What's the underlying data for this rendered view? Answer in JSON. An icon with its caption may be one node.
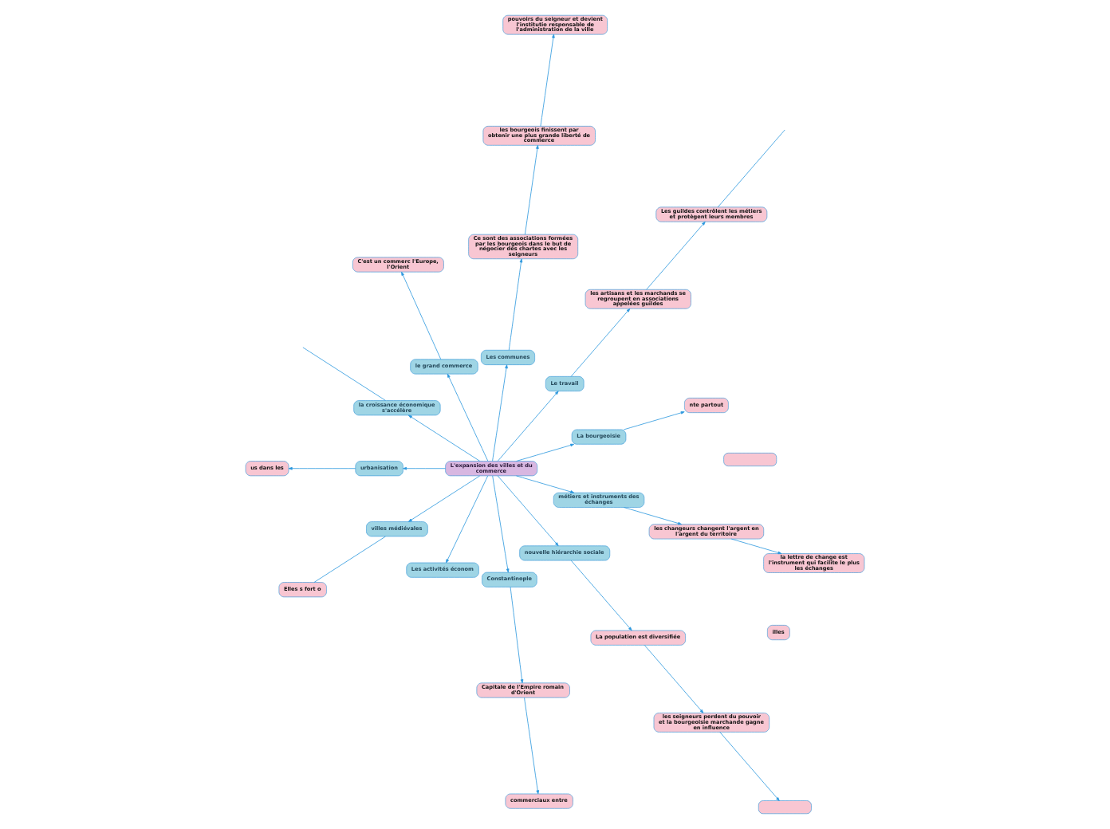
{
  "diagram": {
    "nodes": [
      {
        "text": [
          "L'expansion des villes et du commerce"
        ]
      },
      {
        "text": [
          "La bourgeoisie"
        ]
      },
      {
        "text": [
          "nte partout"
        ]
      },
      {
        "text": [
          "Le travail"
        ]
      },
      {
        "text": [
          "les artisans et les marchands se regroupent en associations appelées guildes"
        ]
      },
      {
        "text": [
          "Les guildes contrôlent les métiers et protègent leurs membres"
        ]
      },
      {
        "text": [
          "Les communes"
        ]
      },
      {
        "text": [
          "Ce sont des associations formées par les bourgeois dans le but de négocier des chartes avec les seigneurs"
        ]
      },
      {
        "text": [
          "les bourgeois finissent par obtenir une plus grande liberté de commerce"
        ]
      },
      {
        "text": [
          "pouvoirs du seigneur et devient l'institutio responsable de l'administration de la ville"
        ]
      },
      {
        "text": [
          "le grand commerce"
        ]
      },
      {
        "text": [
          "C'est un commerc l'Europe, l'Orient"
        ]
      },
      {
        "text": [
          "la croissance économique s'accélère"
        ]
      },
      {
        "text": [
          "illes"
        ]
      },
      {
        "text": [
          "urbanisation"
        ]
      },
      {
        "text": [
          "us dans les"
        ]
      },
      {
        "text": [
          "villes médiévales"
        ]
      },
      {
        "text": [
          "Elles s fort o"
        ]
      },
      {
        "text": [
          "Les activités économ"
        ]
      },
      {
        "text": [
          "Constantinople"
        ]
      },
      {
        "text": [
          "Capitale de l'Empire romain d'Orient"
        ]
      },
      {
        "text": [
          "commerciaux entre"
        ]
      },
      {
        "text": [],
        "shape": "box"
      },
      {
        "text": [
          "nouvelle hiérarchie sociale"
        ]
      },
      {
        "text": [
          "La population est diversifiée"
        ]
      },
      {
        "text": [
          "les seigneurs perdent du pouvoir et la bourgeoisie marchande gagne en influence"
        ]
      },
      {
        "text": [],
        "shape": "box"
      },
      {
        "text": [
          "métiers et instruments des échanges"
        ]
      },
      {
        "text": [
          "les changeurs changent l'argent en l'argent du territoire"
        ]
      },
      {
        "text": [
          "la lettre de change est l'instrument qui facilite le plus les échanges"
        ]
      }
    ],
    "edges": [
      {
        "from": 0,
        "to": 1,
        "arrow": "to"
      },
      {
        "from": 0,
        "to": 3,
        "arrow": "to"
      },
      {
        "from": 0,
        "to": 6,
        "arrow": "to"
      },
      {
        "from": 0,
        "to": 10,
        "arrow": "to"
      },
      {
        "from": 0,
        "to": 12,
        "arrow": "to"
      },
      {
        "from": 0,
        "to": 14,
        "arrow": "to"
      },
      {
        "from": 0,
        "to": 16,
        "arrow": "to"
      },
      {
        "from": 0,
        "to": 18,
        "arrow": "to"
      },
      {
        "from": 0,
        "to": 19,
        "arrow": "to"
      },
      {
        "from": 0,
        "to": 23,
        "arrow": "to"
      },
      {
        "from": 0,
        "to": 27,
        "arrow": "to"
      },
      {
        "from": 1,
        "to": 2,
        "arrow": "to"
      },
      {
        "from": 3,
        "to": 4,
        "arrow": "to"
      },
      {
        "from": 4,
        "to": 5,
        "arrow": "to"
      },
      {
        "from": 5,
        "to": null,
        "arrow": "none"
      },
      {
        "from": 6,
        "to": 7,
        "arrow": "to"
      },
      {
        "from": 7,
        "to": 8,
        "arrow": "to"
      },
      {
        "from": 8,
        "to": 9,
        "arrow": "to"
      },
      {
        "from": 10,
        "to": 11,
        "arrow": "to"
      },
      {
        "from": 12,
        "to": null,
        "arrow": "none"
      },
      {
        "from": 14,
        "to": 15,
        "arrow": "to"
      },
      {
        "from": 16,
        "to": 17,
        "arrow": "none"
      },
      {
        "from": 19,
        "to": 20,
        "arrow": "to"
      },
      {
        "from": 20,
        "to": 21,
        "arrow": "to"
      },
      {
        "from": 23,
        "to": 24,
        "arrow": "to"
      },
      {
        "from": 24,
        "to": 25,
        "arrow": "to"
      },
      {
        "from": 25,
        "to": 26,
        "arrow": "to"
      },
      {
        "from": 27,
        "to": 28,
        "arrow": "to"
      },
      {
        "from": 28,
        "to": 29,
        "arrow": "to"
      }
    ]
  }
}
